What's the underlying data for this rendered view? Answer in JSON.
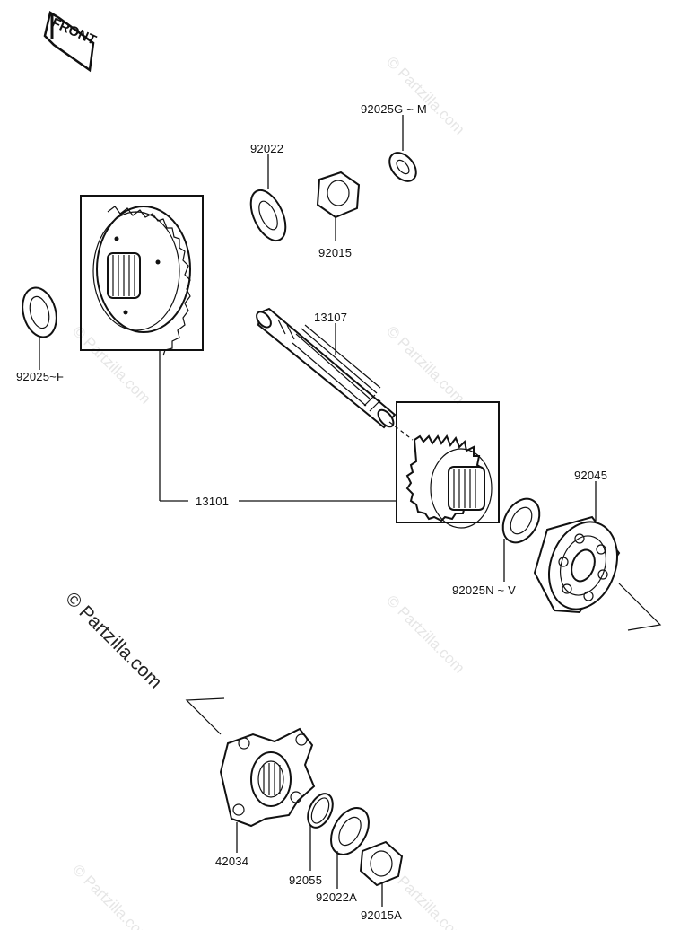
{
  "front_marker": "FRONT",
  "watermark": {
    "main": "© Partzilla.com",
    "tile": "© Partzilla.com"
  },
  "parts": {
    "p92025GM": "92025G ~ M",
    "p92022": "92022",
    "p92015": "92015",
    "p92025F": "92025~F",
    "p13107": "13107",
    "p13101": "13101",
    "p92045": "92045",
    "p92025NV": "92025N ~ V",
    "p42034": "42034",
    "p92055": "92055",
    "p92022A": "92022A",
    "p92015A": "92015A"
  },
  "colors": {
    "ink": "#111111",
    "watermark": "#e6e6e6"
  }
}
